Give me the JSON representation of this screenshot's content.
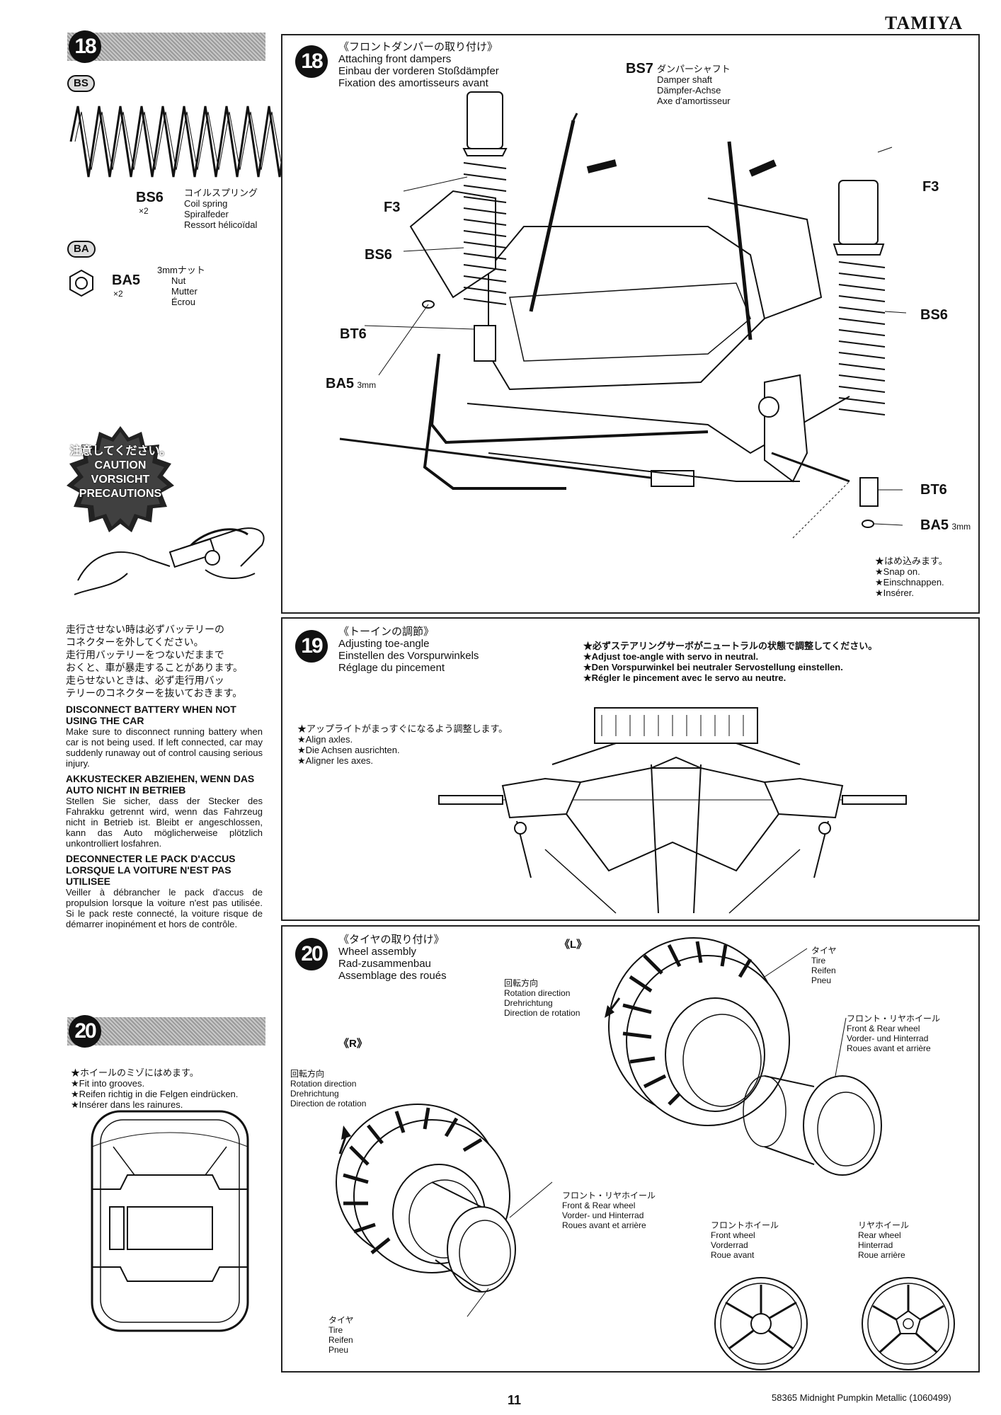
{
  "brand": "TAMIYA",
  "page_number": "11",
  "footer_code": "58365  Midnight Pumpkin Metallic (1060499)",
  "left": {
    "step18_num": "18",
    "bag_bs": "BS",
    "bs6_code": "BS6",
    "bs6_qty": "×2",
    "bs6_names": [
      "コイルスプリング",
      "Coil spring",
      "Spiralfeder",
      "Ressort hélicoïdal"
    ],
    "bag_ba": "BA",
    "ba5_code": "BA5",
    "ba5_qty": "×2",
    "ba5_names": [
      "3mmナット",
      "Nut",
      "Mutter",
      "Écrou"
    ],
    "caution_lines": [
      "注意してください。",
      "CAUTION",
      "VORSICHT",
      "PRECAUTIONS"
    ],
    "warn_jp": [
      "走行させない時は必ずバッテリーの",
      "コネクターを外してください。",
      "走行用バッテリーをつないだままで",
      "おくと、車が暴走することがあります。",
      "走らせないときは、必ず走行用バッ",
      "テリーのコネクターを抜いておきます。"
    ],
    "warn_en_h": "DISCONNECT BATTERY WHEN NOT USING THE CAR",
    "warn_en_b": "Make sure to disconnect running battery when car is not being used. If left connected, car may suddenly runaway out of control causing serious injury.",
    "warn_de_h": "AKKUSTECKER ABZIEHEN, WENN DAS AUTO NICHT IN BETRIEB",
    "warn_de_b": "Stellen Sie sicher, dass der Stecker des Fahrakku getrennt wird, wenn das Fahrzeug nicht in Betrieb ist. Bleibt er angeschlossen, kann das Auto möglicherweise plötzlich unkontrolliert losfahren.",
    "warn_fr_h": "DECONNECTER LE PACK D'ACCUS LORSQUE LA VOITURE N'EST PAS UTILISEE",
    "warn_fr_b": "Veiller à débrancher le pack d'accus de propulsion lorsque la voiture n'est pas utilisée. Si le pack reste connecté, la voiture risque de démarrer inopinément et hors de contrôle.",
    "step20_num": "20",
    "groove_notes": [
      "★ホイールのミゾにはめます。",
      "★Fit into grooves.",
      "★Reifen richtig in die Felgen eindrücken.",
      "★Insérer dans les rainures."
    ]
  },
  "step18": {
    "num": "18",
    "titles": [
      "《フロントダンパーの取り付け》",
      "Attaching front dampers",
      "Einbau der vorderen Stoßdämpfer",
      "Fixation des amortisseurs avant"
    ],
    "bs7_code": "BS7",
    "bs7_names": [
      "ダンパーシャフト",
      "Damper shaft",
      "Dämpfer-Achse",
      "Axe d'amortisseur"
    ],
    "f3": "F3",
    "bs6": "BS6",
    "bt6": "BT6",
    "ba5": "BA5",
    "mm3": "3mm",
    "snap_notes": [
      "★はめ込みます。",
      "★Snap on.",
      "★Einschnappen.",
      "★Insérer."
    ]
  },
  "step19": {
    "num": "19",
    "titles": [
      "《トーインの調節》",
      "Adjusting toe-angle",
      "Einstellen des Vorspurwinkels",
      "Réglage du pincement"
    ],
    "servo_notes": [
      "★必ずステアリングサーボがニュートラルの状態で調整してください。",
      "★Adjust toe-angle with servo in neutral.",
      "★Den Vorspurwinkel bei neutraler Servostellung einstellen.",
      "★Régler le pincement avec le servo au neutre."
    ],
    "axle_notes": [
      "★アップライトがまっすぐになるよう調整します。",
      "★Align axles.",
      "★Die Achsen ausrichten.",
      "★Aligner les axes."
    ]
  },
  "step20": {
    "num": "20",
    "titles": [
      "《タイヤの取り付け》",
      "Wheel assembly",
      "Rad-zusammenbau",
      "Assemblage des roués"
    ],
    "L": "《L》",
    "R": "《R》",
    "rotation": [
      "回転方向",
      "Rotation direction",
      "Drehrichtung",
      "Direction de rotation"
    ],
    "tire": [
      "タイヤ",
      "Tire",
      "Reifen",
      "Pneu"
    ],
    "fr_wheel": [
      "フロント・リヤホイール",
      "Front & Rear wheel",
      "Vorder- und Hinterrad",
      "Roues avant et arrière"
    ],
    "front_wheel": [
      "フロントホイール",
      "Front wheel",
      "Vorderrad",
      "Roue avant"
    ],
    "rear_wheel": [
      "リヤホイール",
      "Rear wheel",
      "Hinterrad",
      "Roue arrière"
    ]
  }
}
